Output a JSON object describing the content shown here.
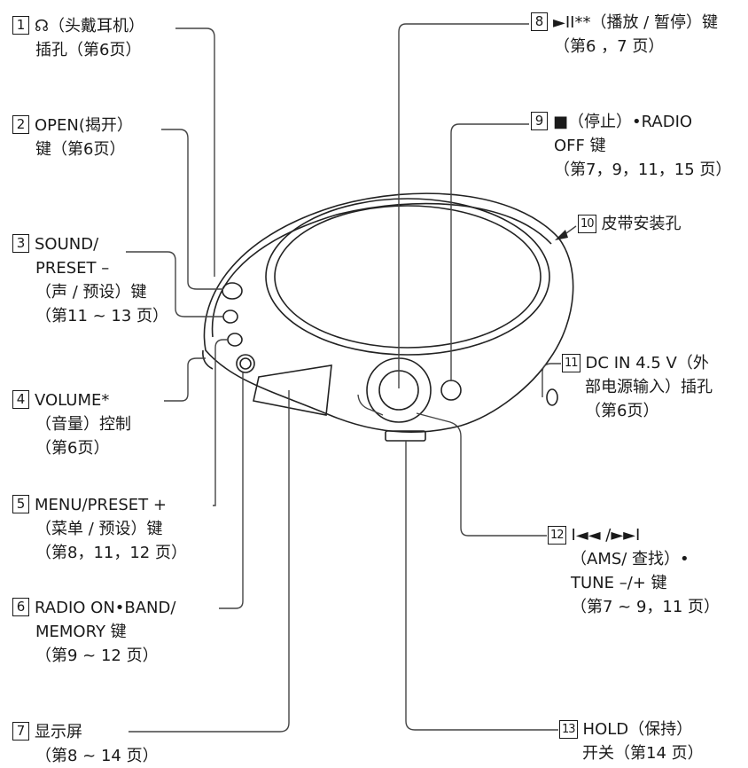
{
  "callouts": [
    {
      "num": "1",
      "lines": [
        "☊（头戴耳机）",
        "插孔（第6页）"
      ]
    },
    {
      "num": "2",
      "lines": [
        "OPEN(揭开）",
        "键（第6页）"
      ]
    },
    {
      "num": "3",
      "lines": [
        "SOUND/",
        "PRESET –",
        "（声 / 预设）键",
        "（第11 ~ 13 页）"
      ]
    },
    {
      "num": "4",
      "lines": [
        "VOLUME*",
        "（音量）控制",
        "（第6页）"
      ]
    },
    {
      "num": "5",
      "lines": [
        "MENU/PRESET +",
        "（菜单 / 预设）键",
        "（第8，11，12 页）"
      ]
    },
    {
      "num": "6",
      "lines": [
        "RADIO ON•BAND/",
        "MEMORY 键",
        "（第9 ~ 12 页）"
      ]
    },
    {
      "num": "7",
      "lines": [
        "显示屏",
        "（第8 ~ 14 页）"
      ]
    },
    {
      "num": "8",
      "lines": [
        "►II**（播放 / 暂停）键",
        "（第6 ，7 页）"
      ]
    },
    {
      "num": "9",
      "lines": [
        "■（停止）•RADIO",
        "OFF 键",
        "（第7，9，11，15 页）"
      ]
    },
    {
      "num": "10",
      "lines": [
        "皮带安装孔"
      ]
    },
    {
      "num": "11",
      "lines": [
        "DC IN 4.5 V（外",
        "部电源输入）插孔",
        "（第6页）"
      ]
    },
    {
      "num": "12",
      "lines": [
        "I◄◄ /►►I",
        "（AMS/ 查找）•",
        "TUNE –/+ 键",
        "（第7 ~ 9，11 页）"
      ]
    },
    {
      "num": "13",
      "lines": [
        "HOLD（保持）",
        "开关（第14 页）"
      ]
    }
  ]
}
